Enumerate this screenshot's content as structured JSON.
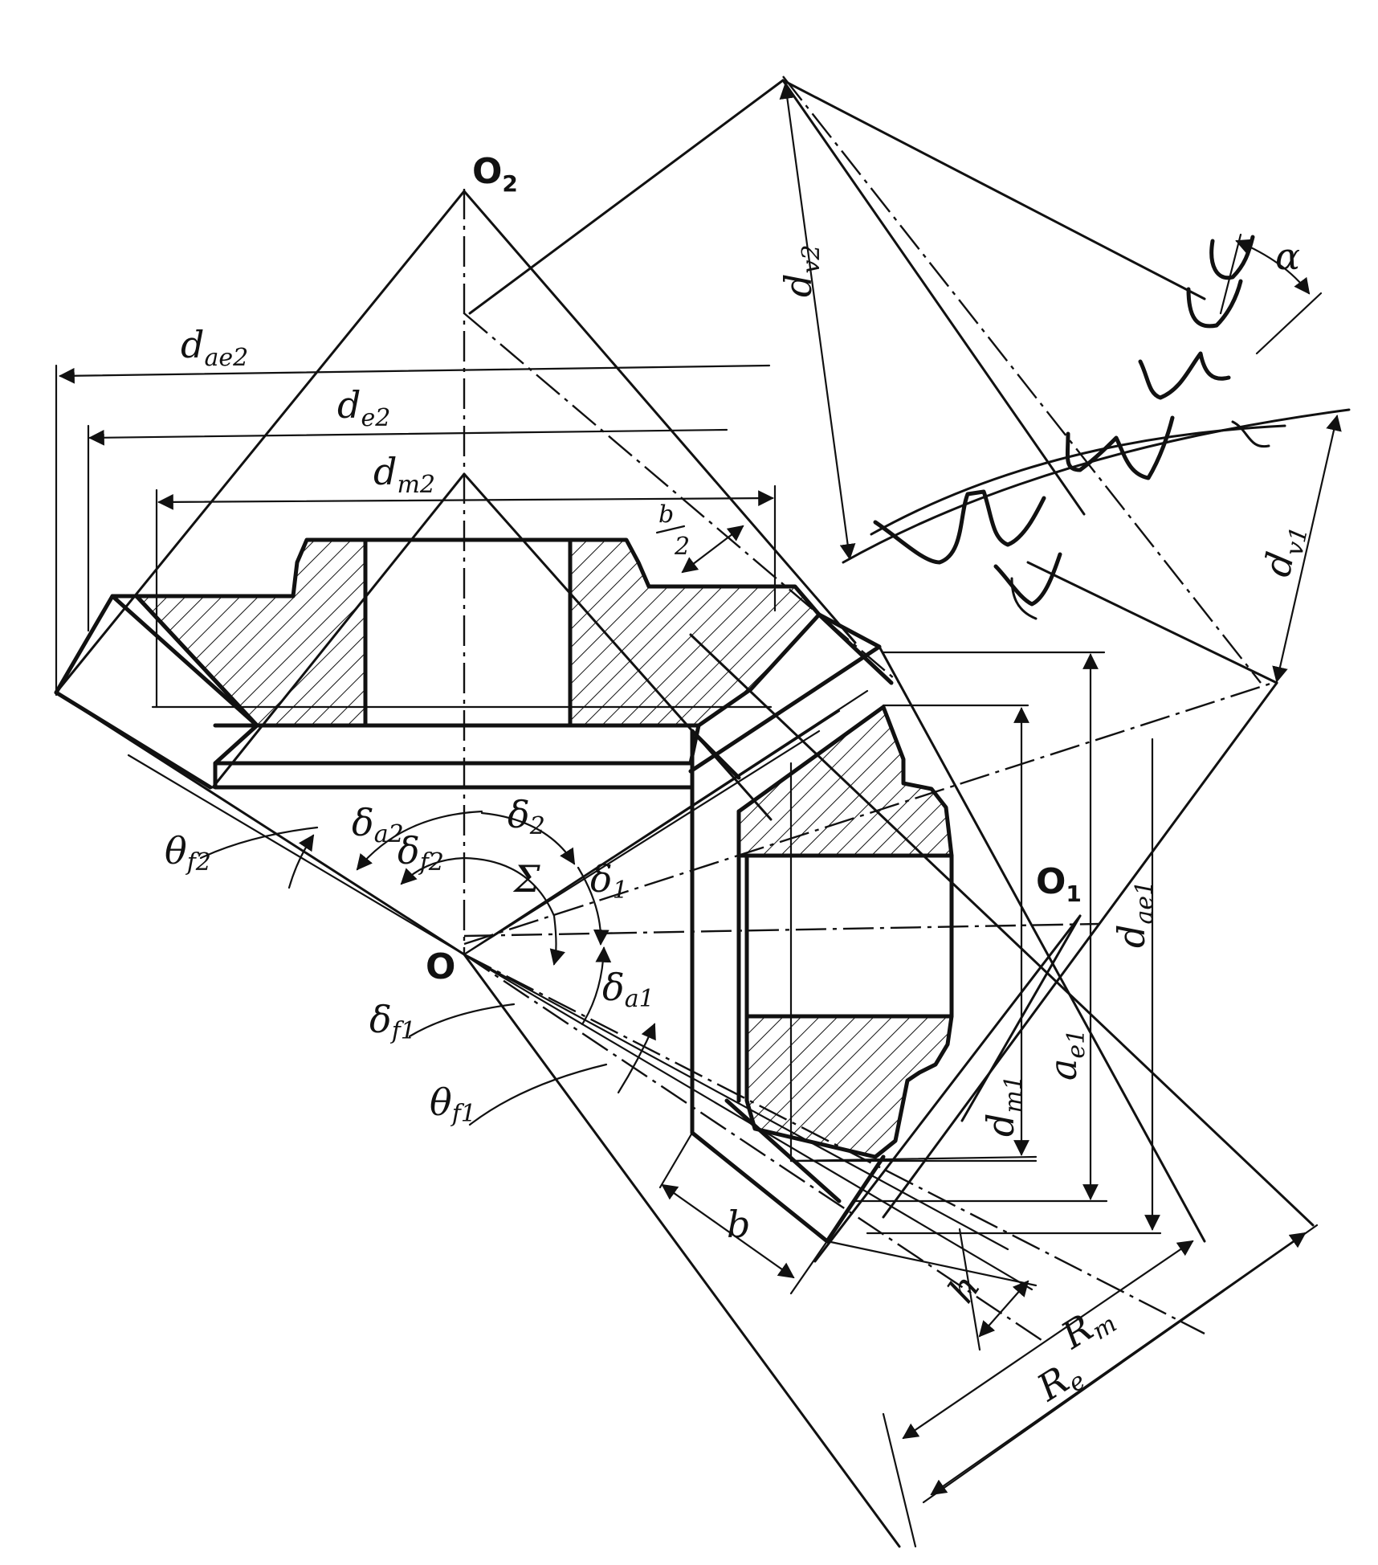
{
  "labels": {
    "O2": {
      "main": "O",
      "sub": "2"
    },
    "O1": {
      "main": "O",
      "sub": "1"
    },
    "O": {
      "main": "O"
    },
    "dae2": {
      "main": "d",
      "sub": "ae2"
    },
    "de2": {
      "main": "d",
      "sub": "e2"
    },
    "dm2": {
      "main": "d",
      "sub": "m2"
    },
    "dv2": {
      "main": "d",
      "sub": "v2"
    },
    "dv1": {
      "main": "d",
      "sub": "v1"
    },
    "alpha": {
      "main": "α"
    },
    "b_half": {
      "main": "b",
      "sub": "2"
    },
    "dae1": {
      "main": "d",
      "sub": "ae1"
    },
    "ae1": {
      "main": "a",
      "sub": "e1"
    },
    "dm1": {
      "main": "d",
      "sub": "m1"
    },
    "delta_a2": {
      "main": "δ",
      "sub": "a2"
    },
    "delta_2": {
      "main": "δ",
      "sub": "2"
    },
    "delta_f2": {
      "main": "δ",
      "sub": "f2"
    },
    "sigma": {
      "main": "Σ"
    },
    "delta_1": {
      "main": "δ",
      "sub": "1"
    },
    "delta_a1": {
      "main": "δ",
      "sub": "a1"
    },
    "delta_f1": {
      "main": "δ",
      "sub": "f1"
    },
    "theta_f2": {
      "main": "θ",
      "sub": "f2"
    },
    "theta_f1": {
      "main": "θ",
      "sub": "f1"
    },
    "b": {
      "main": "b"
    },
    "h": {
      "main": "h"
    },
    "Rm": {
      "main": "R",
      "sub": "m"
    },
    "Re": {
      "main": "R",
      "sub": "e"
    }
  }
}
